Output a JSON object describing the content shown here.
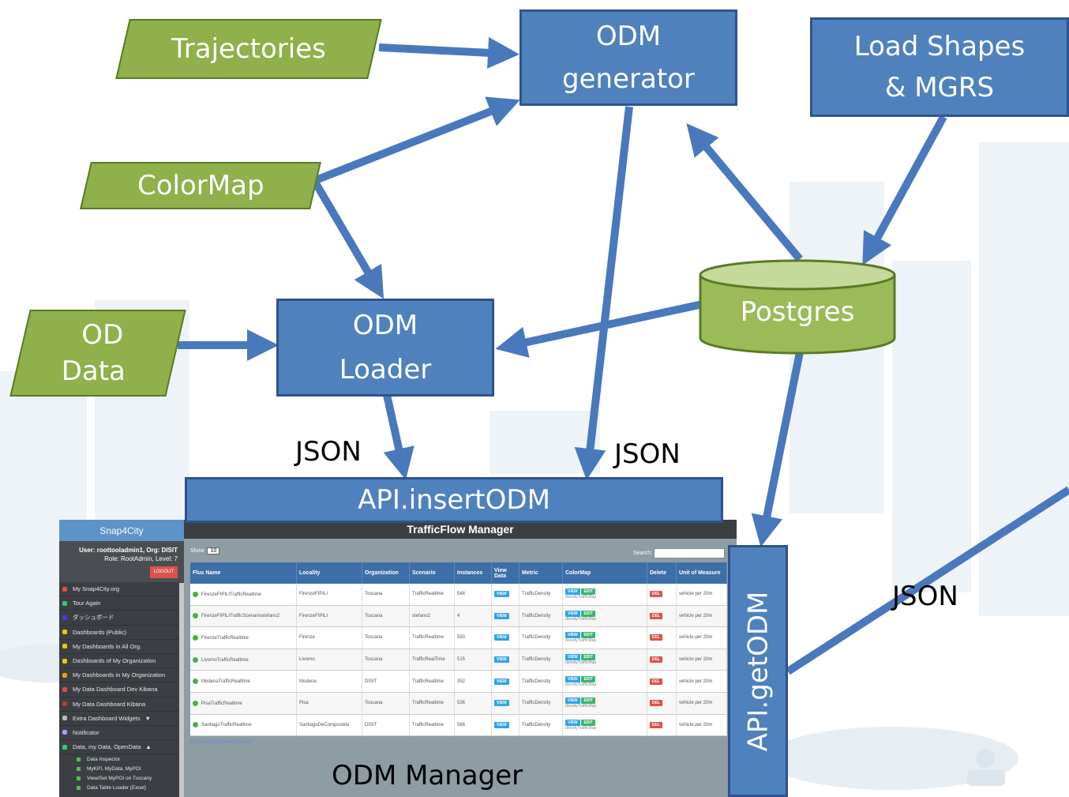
{
  "nodes": {
    "trajectories": "Trajectories",
    "odm_generator": [
      "ODM",
      "generator"
    ],
    "load_shapes": [
      "Load Shapes",
      "& MGRS"
    ],
    "colormap": "ColorMap",
    "od_data": [
      "OD",
      "Data"
    ],
    "odm_loader": [
      "ODM",
      "Loader"
    ],
    "postgres": "Postgres",
    "api_insert": "API.insertODM",
    "api_get": "API.getODM",
    "odm_manager": "ODM Manager"
  },
  "edge_labels": {
    "json_loader": "JSON",
    "json_generator": "JSON",
    "json_get": "JSON"
  },
  "colors": {
    "box_fill": "#4f81bd",
    "data_fill": "#8fb04a",
    "db_fill": "#9bbb59",
    "arrow": "#4a78bd"
  },
  "screenshot": {
    "sidebar_title": "Snap4City",
    "user_line1": "User: roottooladmin1, Org: DISIT",
    "user_line2": "Role: RootAdmin, Level: 7",
    "logout": "LOGOUT",
    "menu": [
      {
        "label": "My Snap4City.org",
        "color": "#e74c3c"
      },
      {
        "label": "Tour Again",
        "color": "#2ecc71"
      },
      {
        "label": "ダッシュボード",
        "color": "#3c3fe0"
      },
      {
        "label": "Dashboards (Public)",
        "color": "#f1c40f"
      },
      {
        "label": "My Dashboards in All Org.",
        "color": "#f1c40f"
      },
      {
        "label": "Dashboards of My Organization",
        "color": "#f1c40f"
      },
      {
        "label": "My Dashboards in My Organization",
        "color": "#f39c12"
      },
      {
        "label": "My Data Dashboard Dev Kibana",
        "color": "#e74c3c"
      },
      {
        "label": "My Data Dashboard Kibana",
        "color": "#c0392b"
      },
      {
        "label": "Extra Dashboard Widgets",
        "color": "#bbbbbb"
      },
      {
        "label": "Notificator",
        "color": "#b497ff"
      },
      {
        "label": "Data, my Data, OpenData",
        "color": "#2ecc71"
      }
    ],
    "submenu": [
      "Data Inspector",
      "MyKPI, MyData, MyPOI",
      "View/Set MyPOI on Tuscany",
      "Data Table Loader (Excel)"
    ],
    "header": "TrafficFlow Manager",
    "show_label": "Show",
    "show_value": "10",
    "search_label": "Search:",
    "columns": [
      "Flux Name",
      "Locality",
      "Organization",
      "Scenario",
      "Instances",
      "View Data",
      "Metric",
      "ColorMap",
      "Delete",
      "Unit of Measure"
    ],
    "view_btn": "VIEW",
    "edit_btn": "EDIT",
    "del_btn": "DEL",
    "colormap_sub": "densityTrafficMap",
    "rows": [
      {
        "name": "FirenzeFIPILITrafficRealtime",
        "locality": "FirenzeFIPILI",
        "org": "Toscana",
        "scenario": "TrafficRealtime",
        "instances": "548",
        "metric": "TrafficDensity",
        "unit": "vehicle per 20m"
      },
      {
        "name": "FirenzeFIPILITrafficScenariostefano2",
        "locality": "FirenzeFIPILI",
        "org": "Toscana",
        "scenario": "stefano2",
        "instances": "4",
        "metric": "TrafficDensity",
        "unit": "vehicle per 20m"
      },
      {
        "name": "FirenzeTrafficRealtime",
        "locality": "Firenze",
        "org": "Toscana",
        "scenario": "TrafficRealtime",
        "instances": "550",
        "metric": "TrafficDensity",
        "unit": "vehicle per 20m"
      },
      {
        "name": "LivornoTrafficRealtime",
        "locality": "Livorno",
        "org": "Toscana",
        "scenario": "TrafficRealTime",
        "instances": "515",
        "metric": "TrafficDensity",
        "unit": "vehicle per 20m"
      },
      {
        "name": "ModenaTrafficRealtime",
        "locality": "Modena",
        "org": "DISIT",
        "scenario": "TrafficRealtime",
        "instances": "352",
        "metric": "TrafficDensity",
        "unit": "vehicle per 20m"
      },
      {
        "name": "PisaTrafficRealtime",
        "locality": "Pisa",
        "org": "Toscana",
        "scenario": "TrafficRealtime",
        "instances": "536",
        "metric": "TrafficDensity",
        "unit": "vehicle per 20m"
      },
      {
        "name": "SantiagoTrafficRealtime",
        "locality": "SantiagoDeCompostela",
        "org": "DISIT",
        "scenario": "TrafficRealtime",
        "instances": "566",
        "metric": "TrafficDensity",
        "unit": "vehicle per 20m"
      }
    ],
    "pager": "First<< Prev|Next >>Last"
  }
}
